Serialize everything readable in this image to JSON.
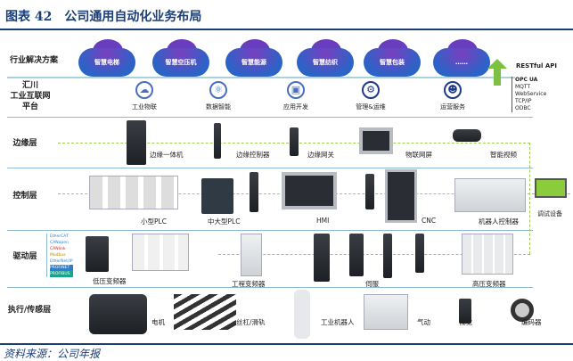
{
  "title": "图表 42　公司通用自动化业务布局",
  "source": "资料来源：公司年报",
  "layers": {
    "solutions": "行业解决方案",
    "platform": "汇川\n工业互联网\n平台",
    "edge": "边缘层",
    "control": "控制层",
    "drive": "驱动层",
    "actuate": "执行/传感层"
  },
  "clouds": [
    "智慧电梯",
    "智慧空压机",
    "智慧能源",
    "智慧纺织",
    "智慧包装",
    "……"
  ],
  "platform_items": [
    {
      "label": "工业物联",
      "icon": "cloud-tree-icon"
    },
    {
      "label": "数据智能",
      "icon": "atom-icon"
    },
    {
      "label": "应用开发",
      "icon": "cube-gear-icon"
    },
    {
      "label": "管理&运维",
      "icon": "gear-wrench-icon"
    },
    {
      "label": "运营服务",
      "icon": "user-shield-icon"
    }
  ],
  "api": {
    "title": "RESTful API",
    "items": [
      "OPC UA",
      "MQTT",
      "WebService",
      "TCP/IP",
      "ODBC"
    ]
  },
  "edge": [
    "边缘一体机",
    "边缘控制器",
    "边缘网关",
    "物联网屏",
    "智能视频"
  ],
  "control": [
    "小型PLC",
    "中大型PLC",
    "HMI",
    "CNC",
    "机器人控制器",
    "调试设备"
  ],
  "protocols": [
    "EtherCAT",
    "CANopen",
    "CANlink",
    "Modbus",
    "EtherNet/IP",
    "PROFINET",
    "PROFIBUS"
  ],
  "drive": [
    "低压变频器",
    "工程变频器",
    "伺服",
    "高压变频器"
  ],
  "actuate": [
    "电机",
    "丝杠/滑轨",
    "工业机器人",
    "气动",
    "视觉",
    "编码器"
  ],
  "colors": {
    "accent": "#1a3f78",
    "dash": "#9ccc50",
    "arrow": "#7cc242"
  }
}
